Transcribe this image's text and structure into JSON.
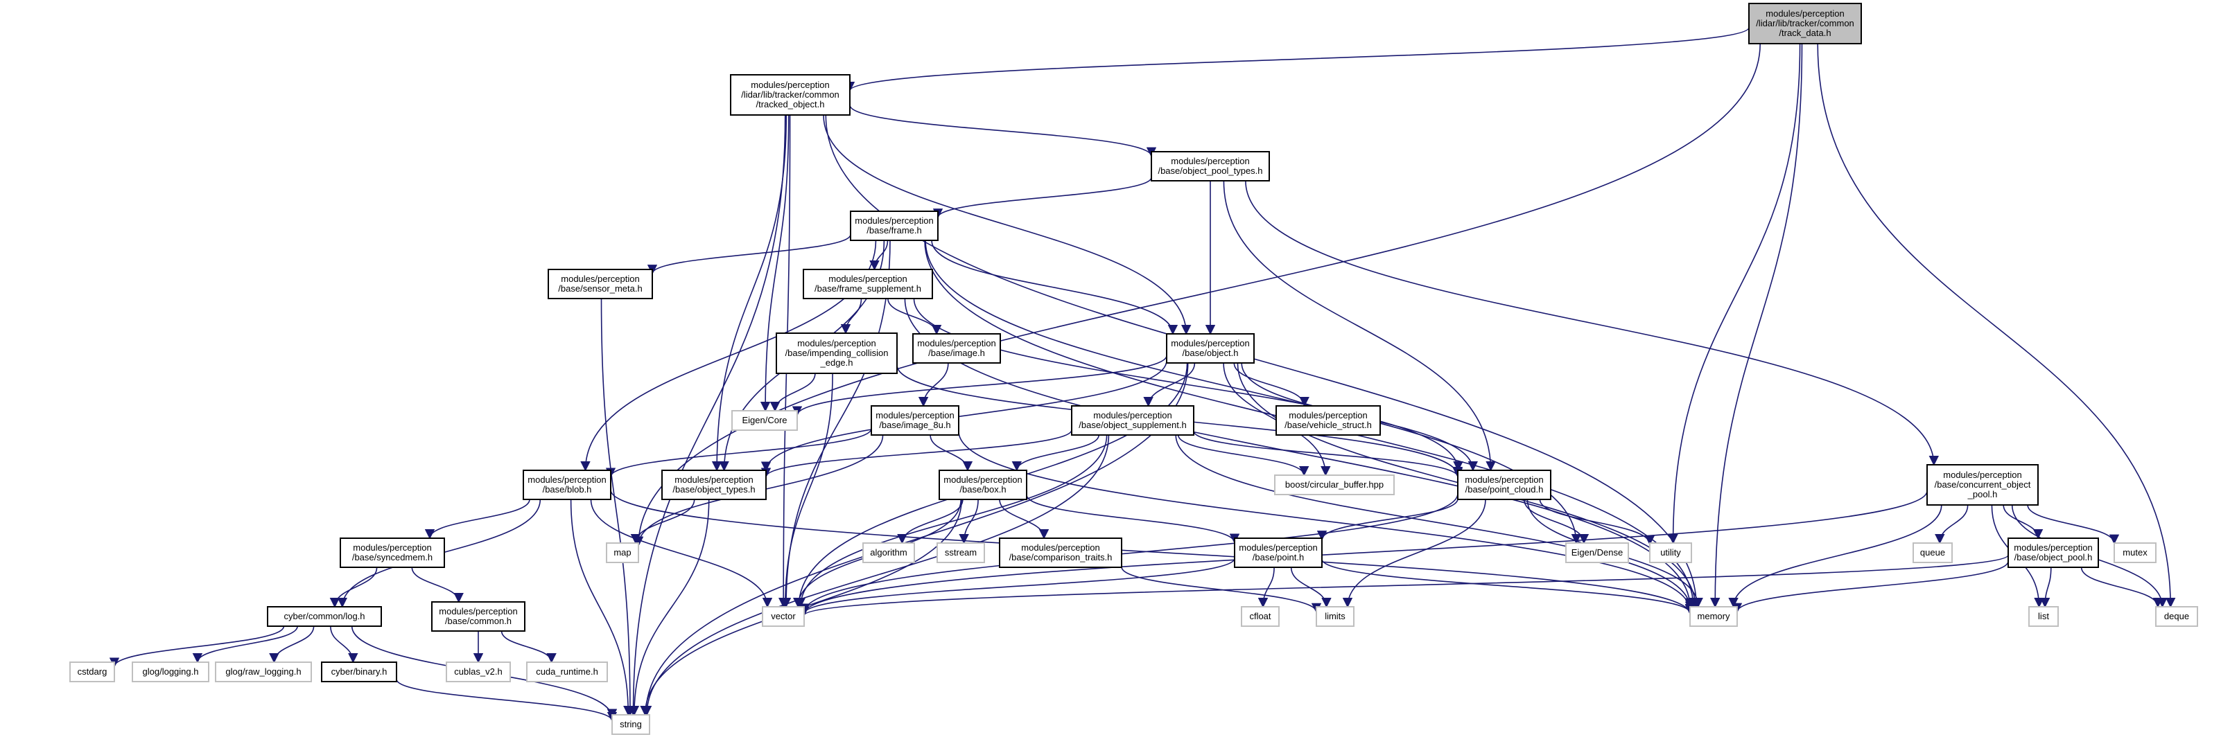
{
  "diagram": {
    "edge_color": "#191970",
    "node_fill_root": "#bfbfbf",
    "nodes": [
      {
        "id": "track_data",
        "kind": "root",
        "lines": [
          "modules/perception",
          "/lidar/lib/tracker/common",
          "/track_data.h"
        ]
      },
      {
        "id": "tracked_object",
        "kind": "doc",
        "lines": [
          "modules/perception",
          "/lidar/lib/tracker/common",
          "/tracked_object.h"
        ]
      },
      {
        "id": "object_pool_types",
        "kind": "doc",
        "lines": [
          "modules/perception",
          "/base/object_pool_types.h"
        ]
      },
      {
        "id": "frame",
        "kind": "doc",
        "lines": [
          "modules/perception",
          "/base/frame.h"
        ]
      },
      {
        "id": "sensor_meta",
        "kind": "doc",
        "lines": [
          "modules/perception",
          "/base/sensor_meta.h"
        ]
      },
      {
        "id": "frame_supplement",
        "kind": "doc",
        "lines": [
          "modules/perception",
          "/base/frame_supplement.h"
        ]
      },
      {
        "id": "impending_collision_edge",
        "kind": "doc",
        "lines": [
          "modules/perception",
          "/base/impending_collision",
          "_edge.h"
        ]
      },
      {
        "id": "image",
        "kind": "doc",
        "lines": [
          "modules/perception",
          "/base/image.h"
        ]
      },
      {
        "id": "object",
        "kind": "doc",
        "lines": [
          "modules/perception",
          "/base/object.h"
        ]
      },
      {
        "id": "eigen_core",
        "kind": "sys",
        "lines": [
          "Eigen/Core"
        ]
      },
      {
        "id": "image_8u",
        "kind": "doc",
        "lines": [
          "modules/perception",
          "/base/image_8u.h"
        ]
      },
      {
        "id": "object_supplement",
        "kind": "doc",
        "lines": [
          "modules/perception",
          "/base/object_supplement.h"
        ]
      },
      {
        "id": "vehicle_struct",
        "kind": "doc",
        "lines": [
          "modules/perception",
          "/base/vehicle_struct.h"
        ]
      },
      {
        "id": "circular_buffer",
        "kind": "sys",
        "lines": [
          "boost/circular_buffer.hpp"
        ]
      },
      {
        "id": "blob",
        "kind": "doc",
        "lines": [
          "modules/perception",
          "/base/blob.h"
        ]
      },
      {
        "id": "object_types",
        "kind": "doc",
        "lines": [
          "modules/perception",
          "/base/object_types.h"
        ]
      },
      {
        "id": "box",
        "kind": "doc",
        "lines": [
          "modules/perception",
          "/base/box.h"
        ]
      },
      {
        "id": "point_cloud",
        "kind": "doc",
        "lines": [
          "modules/perception",
          "/base/point_cloud.h"
        ]
      },
      {
        "id": "concurrent_object_pool",
        "kind": "doc",
        "lines": [
          "modules/perception",
          "/base/concurrent_object",
          "_pool.h"
        ]
      },
      {
        "id": "syncedmem",
        "kind": "doc",
        "lines": [
          "modules/perception",
          "/base/syncedmem.h"
        ]
      },
      {
        "id": "map",
        "kind": "sys",
        "lines": [
          "map"
        ]
      },
      {
        "id": "algorithm",
        "kind": "sys",
        "lines": [
          "algorithm"
        ]
      },
      {
        "id": "sstream",
        "kind": "sys",
        "lines": [
          "sstream"
        ]
      },
      {
        "id": "comparison_traits",
        "kind": "doc",
        "lines": [
          "modules/perception",
          "/base/comparison_traits.h"
        ]
      },
      {
        "id": "point",
        "kind": "doc",
        "lines": [
          "modules/perception",
          "/base/point.h"
        ]
      },
      {
        "id": "eigen_dense",
        "kind": "sys",
        "lines": [
          "Eigen/Dense"
        ]
      },
      {
        "id": "utility",
        "kind": "sys",
        "lines": [
          "utility"
        ]
      },
      {
        "id": "queue",
        "kind": "sys",
        "lines": [
          "queue"
        ]
      },
      {
        "id": "object_pool",
        "kind": "doc",
        "lines": [
          "modules/perception",
          "/base/object_pool.h"
        ]
      },
      {
        "id": "mutex",
        "kind": "sys",
        "lines": [
          "mutex"
        ]
      },
      {
        "id": "log",
        "kind": "doc",
        "lines": [
          "cyber/common/log.h"
        ]
      },
      {
        "id": "common",
        "kind": "doc",
        "lines": [
          "modules/perception",
          "/base/common.h"
        ]
      },
      {
        "id": "vector",
        "kind": "sys",
        "lines": [
          "vector"
        ]
      },
      {
        "id": "cfloat",
        "kind": "sys",
        "lines": [
          "cfloat"
        ]
      },
      {
        "id": "limits",
        "kind": "sys",
        "lines": [
          "limits"
        ]
      },
      {
        "id": "memory",
        "kind": "sys",
        "lines": [
          "memory"
        ]
      },
      {
        "id": "list",
        "kind": "sys",
        "lines": [
          "list"
        ]
      },
      {
        "id": "deque",
        "kind": "sys",
        "lines": [
          "deque"
        ]
      },
      {
        "id": "cstdarg",
        "kind": "sys",
        "lines": [
          "cstdarg"
        ]
      },
      {
        "id": "glog_logging",
        "kind": "sys",
        "lines": [
          "glog/logging.h"
        ]
      },
      {
        "id": "glog_raw_logging",
        "kind": "sys",
        "lines": [
          "glog/raw_logging.h"
        ]
      },
      {
        "id": "binary",
        "kind": "doc",
        "lines": [
          "cyber/binary.h"
        ]
      },
      {
        "id": "cublas",
        "kind": "sys",
        "lines": [
          "cublas_v2.h"
        ]
      },
      {
        "id": "cuda_runtime",
        "kind": "sys",
        "lines": [
          "cuda_runtime.h"
        ]
      },
      {
        "id": "string",
        "kind": "sys",
        "lines": [
          "string"
        ]
      }
    ],
    "edges": [
      [
        "track_data",
        "tracked_object"
      ],
      [
        "track_data",
        "map"
      ],
      [
        "track_data",
        "memory"
      ],
      [
        "track_data",
        "utility"
      ],
      [
        "track_data",
        "deque"
      ],
      [
        "tracked_object",
        "string"
      ],
      [
        "tracked_object",
        "vector"
      ],
      [
        "tracked_object",
        "object_types"
      ],
      [
        "tracked_object",
        "eigen_core"
      ],
      [
        "tracked_object",
        "object"
      ],
      [
        "tracked_object",
        "object_pool_types"
      ],
      [
        "tracked_object",
        "memory"
      ],
      [
        "object_pool_types",
        "frame"
      ],
      [
        "object_pool_types",
        "object"
      ],
      [
        "object_pool_types",
        "point_cloud"
      ],
      [
        "object_pool_types",
        "concurrent_object_pool"
      ],
      [
        "frame",
        "sensor_meta"
      ],
      [
        "frame",
        "frame_supplement"
      ],
      [
        "frame",
        "object"
      ],
      [
        "frame",
        "blob"
      ],
      [
        "frame",
        "object_types"
      ],
      [
        "frame",
        "vector"
      ],
      [
        "frame",
        "eigen_dense"
      ],
      [
        "frame",
        "memory"
      ],
      [
        "sensor_meta",
        "string"
      ],
      [
        "frame_supplement",
        "impending_collision_edge"
      ],
      [
        "frame_supplement",
        "image"
      ],
      [
        "frame_supplement",
        "point_cloud"
      ],
      [
        "frame_supplement",
        "memory"
      ],
      [
        "impending_collision_edge",
        "eigen_core"
      ],
      [
        "impending_collision_edge",
        "vector"
      ],
      [
        "impending_collision_edge",
        "point_cloud"
      ],
      [
        "image",
        "image_8u"
      ],
      [
        "object",
        "eigen_core"
      ],
      [
        "object",
        "object_supplement"
      ],
      [
        "object",
        "vehicle_struct"
      ],
      [
        "object",
        "circular_buffer"
      ],
      [
        "object",
        "object_types"
      ],
      [
        "object",
        "point_cloud"
      ],
      [
        "object",
        "string"
      ],
      [
        "object",
        "vector"
      ],
      [
        "object",
        "memory"
      ],
      [
        "image_8u",
        "blob"
      ],
      [
        "image_8u",
        "box"
      ],
      [
        "image_8u",
        "map"
      ],
      [
        "image_8u",
        "memory"
      ],
      [
        "object_supplement",
        "box"
      ],
      [
        "object_supplement",
        "circular_buffer"
      ],
      [
        "object_supplement",
        "object_types"
      ],
      [
        "object_supplement",
        "point_cloud"
      ],
      [
        "object_supplement",
        "vector"
      ],
      [
        "object_supplement",
        "string"
      ],
      [
        "object_supplement",
        "memory"
      ],
      [
        "blob",
        "syncedmem"
      ],
      [
        "blob",
        "log"
      ],
      [
        "blob",
        "string"
      ],
      [
        "blob",
        "vector"
      ],
      [
        "blob",
        "memory"
      ],
      [
        "object_types",
        "map"
      ],
      [
        "object_types",
        "string"
      ],
      [
        "box",
        "algorithm"
      ],
      [
        "box",
        "sstream"
      ],
      [
        "box",
        "comparison_traits"
      ],
      [
        "box",
        "point"
      ],
      [
        "box",
        "string"
      ],
      [
        "box",
        "vector"
      ],
      [
        "point_cloud",
        "point"
      ],
      [
        "point_cloud",
        "eigen_dense"
      ],
      [
        "point_cloud",
        "utility"
      ],
      [
        "point_cloud",
        "limits"
      ],
      [
        "point_cloud",
        "vector"
      ],
      [
        "point_cloud",
        "memory"
      ],
      [
        "concurrent_object_pool",
        "queue"
      ],
      [
        "concurrent_object_pool",
        "object_pool"
      ],
      [
        "concurrent_object_pool",
        "mutex"
      ],
      [
        "concurrent_object_pool",
        "list"
      ],
      [
        "concurrent_object_pool",
        "deque"
      ],
      [
        "concurrent_object_pool",
        "vector"
      ],
      [
        "concurrent_object_pool",
        "memory"
      ],
      [
        "syncedmem",
        "log"
      ],
      [
        "syncedmem",
        "common"
      ],
      [
        "comparison_traits",
        "limits"
      ],
      [
        "point",
        "cfloat"
      ],
      [
        "point",
        "limits"
      ],
      [
        "point",
        "vector"
      ],
      [
        "point",
        "memory"
      ],
      [
        "object_pool",
        "list"
      ],
      [
        "object_pool",
        "deque"
      ],
      [
        "object_pool",
        "vector"
      ],
      [
        "object_pool",
        "memory"
      ],
      [
        "log",
        "cstdarg"
      ],
      [
        "log",
        "glog_logging"
      ],
      [
        "log",
        "glog_raw_logging"
      ],
      [
        "log",
        "binary"
      ],
      [
        "log",
        "string"
      ],
      [
        "common",
        "cublas"
      ],
      [
        "common",
        "cuda_runtime"
      ],
      [
        "binary",
        "string"
      ]
    ]
  }
}
